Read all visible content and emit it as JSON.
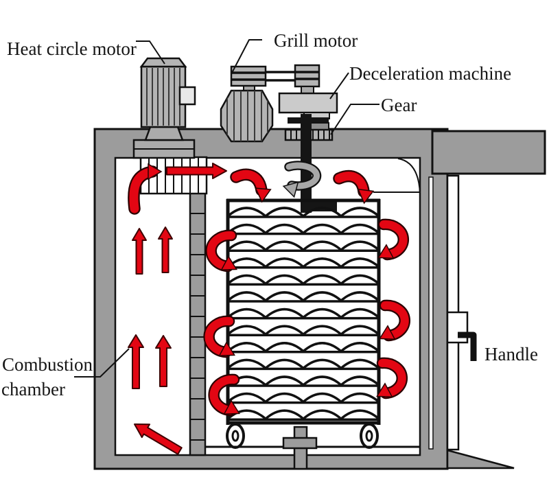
{
  "labels": {
    "heat_circle_motor": "Heat circle motor",
    "grill_motor": "Grill motor",
    "deceleration_machine": "Deceleration machine",
    "gear": "Gear",
    "combustion_chamber_line1": "Combustion",
    "combustion_chamber_line2": "chamber",
    "handle": "Handle"
  },
  "colors": {
    "wall_gray": "#9c9c9c",
    "component_gray": "#b4b4b4",
    "light_gray": "#cbcbcb",
    "arrow_red": "#e30613",
    "rotation_arrow_gray": "#a8a8a8",
    "outline": "#111111",
    "background": "#ffffff"
  },
  "figure": {
    "type": "equipment cross-section diagram (drying / grill oven)",
    "tray_count": 13,
    "arcs_per_tray": 4,
    "wheel_count": 2,
    "red_airflow_arrow_count": 15,
    "rotation_arrow_count": 1,
    "components": [
      "heat-circle-motor",
      "fan-heater-box",
      "combustion-chamber",
      "divider-wall",
      "grill-motor",
      "belt-pulleys",
      "deceleration-machine",
      "gear",
      "drive-shaft",
      "rotation-arrow",
      "tray-rack",
      "tray-wheels",
      "base-pedestal",
      "door",
      "handle"
    ]
  }
}
